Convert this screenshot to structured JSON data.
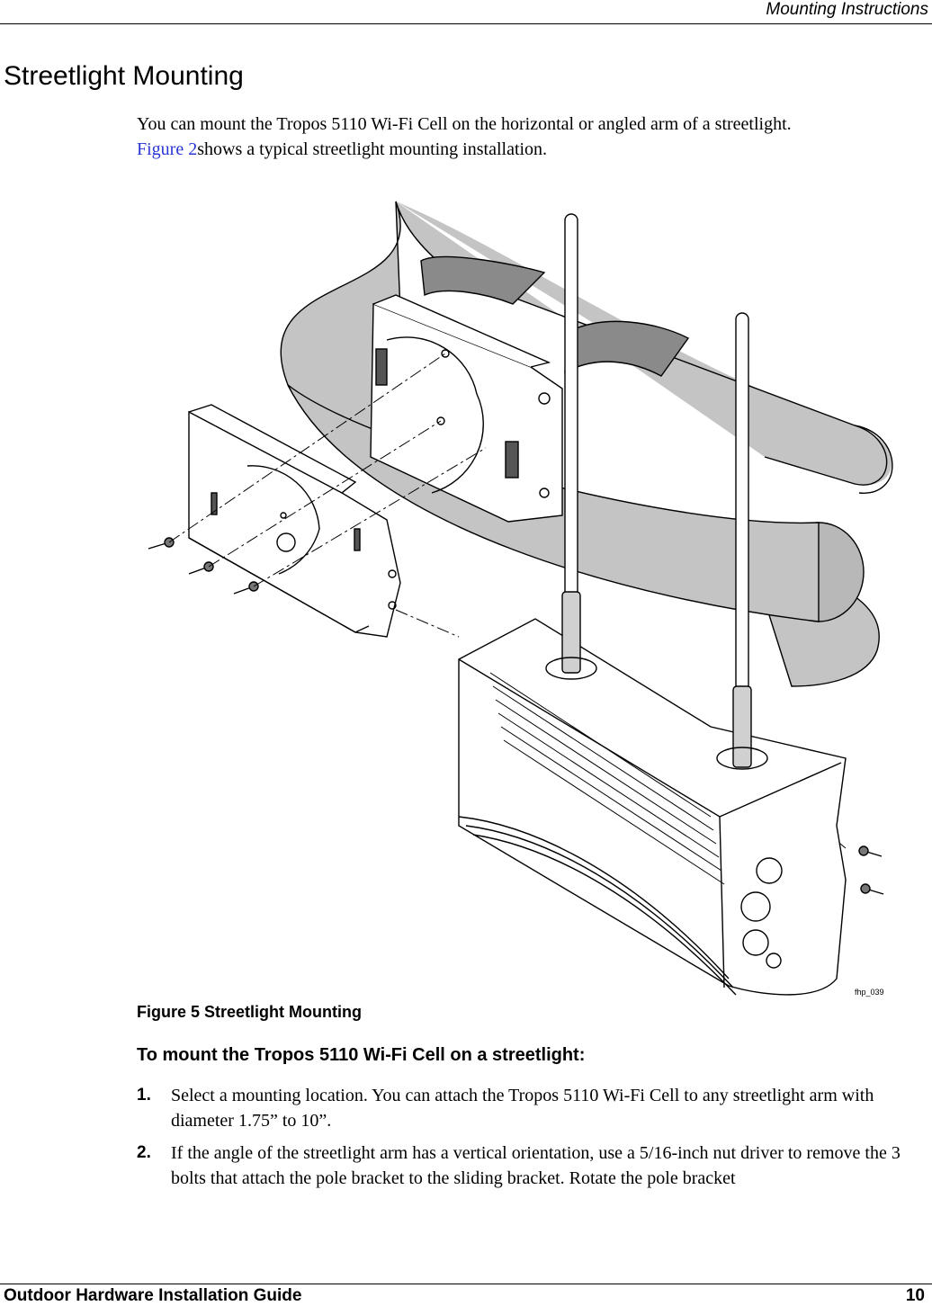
{
  "header": {
    "running_head": "Mounting Instructions"
  },
  "section": {
    "title": "Streetlight Mounting",
    "intro_part1": "You can mount the Tropos 5110 Wi-Fi Cell on the horizontal or angled arm of a streetlight.",
    "intro_link": "Figure 2",
    "intro_part2": "shows a typical streetlight mounting installation."
  },
  "figure": {
    "id_label": "fhp_039",
    "caption": "Figure 5  Streetlight Mounting"
  },
  "procedure": {
    "heading": "To mount the Tropos 5110 Wi-Fi Cell on a streetlight:",
    "steps": [
      {
        "num": "1.",
        "text": "Select a mounting location. You can attach the Tropos 5110 Wi-Fi Cell to any streetlight arm with diameter 1.75” to 10”."
      },
      {
        "num": "2.",
        "text": "If the angle of the streetlight arm has a vertical orientation, use a 5/16-inch nut driver to remove the 3 bolts that attach the pole bracket to the sliding bracket. Rotate the pole bracket"
      }
    ]
  },
  "footer": {
    "guide_title": "Outdoor Hardware Installation Guide",
    "page_number": "10"
  }
}
